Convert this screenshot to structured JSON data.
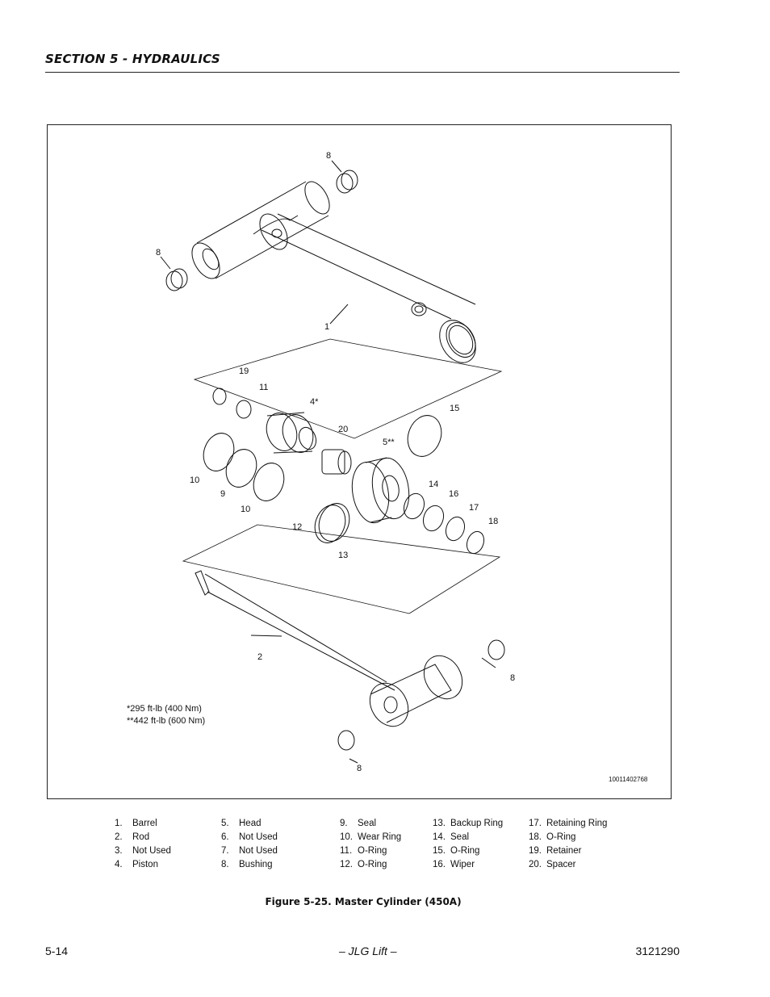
{
  "header": {
    "section_title": "SECTION 5 - HYDRAULICS"
  },
  "figure": {
    "callouts": [
      "8",
      "8",
      "1",
      "19",
      "11",
      "4*",
      "15",
      "20",
      "5**",
      "10",
      "9",
      "10",
      "14",
      "16",
      "17",
      "18",
      "12",
      "13",
      "2",
      "8",
      "8"
    ],
    "torque_notes": [
      "*295 ft-lb (400 Nm)",
      "**442 ft-lb (600 Nm)"
    ],
    "drawing_number": "10011402768",
    "caption": "Figure 5-25.  Master Cylinder (450A)"
  },
  "legend": [
    [
      {
        "num": "1.",
        "label": "Barrel"
      },
      {
        "num": "2.",
        "label": "Rod"
      },
      {
        "num": "3.",
        "label": "Not Used"
      },
      {
        "num": "4.",
        "label": "Piston"
      }
    ],
    [
      {
        "num": "5.",
        "label": "Head"
      },
      {
        "num": "6.",
        "label": "Not Used"
      },
      {
        "num": "7.",
        "label": "Not Used"
      },
      {
        "num": "8.",
        "label": "Bushing"
      }
    ],
    [
      {
        "num": "9.",
        "label": "Seal"
      },
      {
        "num": "10.",
        "label": "Wear Ring"
      },
      {
        "num": "11.",
        "label": "O-Ring"
      },
      {
        "num": "12.",
        "label": "O-Ring"
      }
    ],
    [
      {
        "num": "13.",
        "label": "Backup Ring"
      },
      {
        "num": "14.",
        "label": "Seal"
      },
      {
        "num": "15.",
        "label": "O-Ring"
      },
      {
        "num": "16.",
        "label": "Wiper"
      }
    ],
    [
      {
        "num": "17.",
        "label": "Retaining Ring"
      },
      {
        "num": "18.",
        "label": "O-Ring"
      },
      {
        "num": "19.",
        "label": "Retainer"
      },
      {
        "num": "20.",
        "label": "Spacer"
      }
    ]
  ],
  "footer": {
    "page_number": "5-14",
    "center_text": "– JLG Lift –",
    "document_number": "3121290"
  }
}
